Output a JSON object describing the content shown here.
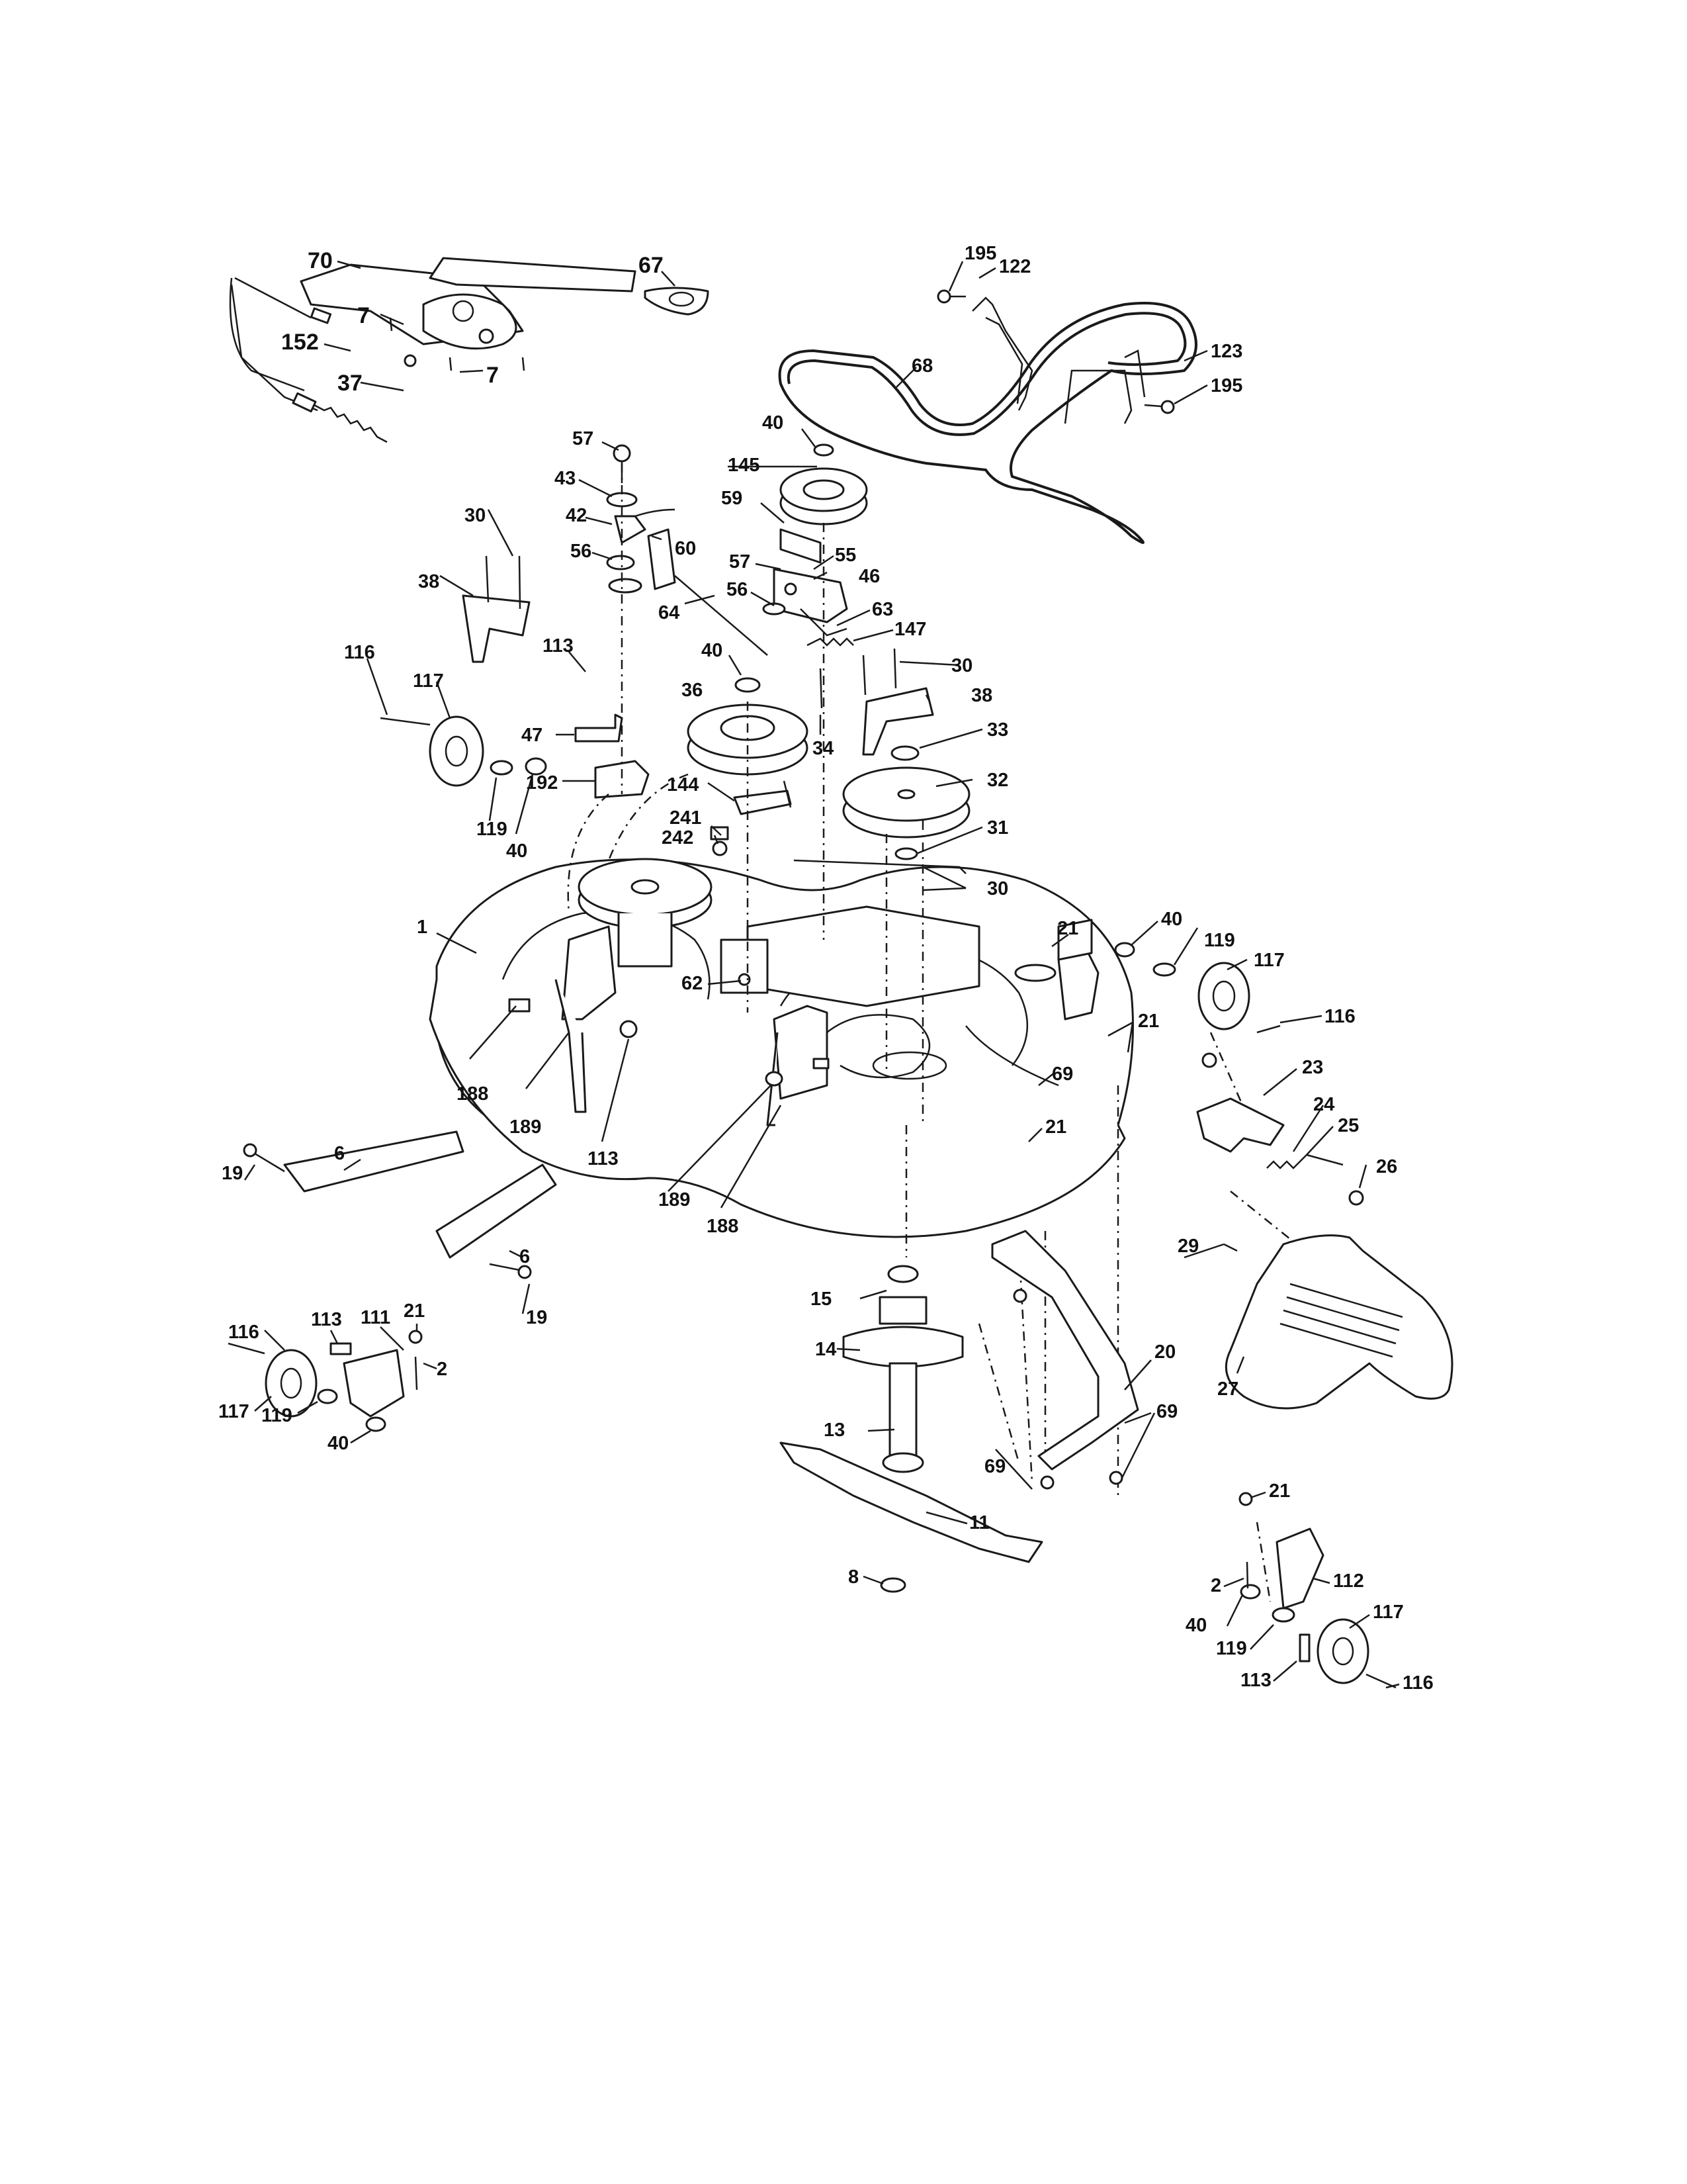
{
  "diagram": {
    "labels": {
      "p70": "70",
      "p67": "67",
      "p7a": "7",
      "p7b": "7",
      "p152": "152",
      "p37": "37",
      "p195a": "195",
      "p122": "122",
      "p123": "123",
      "p195b": "195",
      "p68": "68",
      "p57a": "57",
      "p43": "43",
      "p42": "42",
      "p56a": "56",
      "p60": "60",
      "p40a": "40",
      "p145": "145",
      "p59": "59",
      "p57b": "57",
      "p55": "55",
      "p56b": "56",
      "p46": "46",
      "p64": "64",
      "p63": "63",
      "p147": "147",
      "p30a": "30",
      "p38a": "38",
      "p116a": "116",
      "p117a": "117",
      "p113a": "113",
      "p40b": "40",
      "p36": "36",
      "p30b": "30",
      "p38b": "38",
      "p34": "34",
      "p33": "33",
      "p47": "47",
      "p192": "192",
      "p144": "144",
      "p32": "32",
      "p241": "241",
      "p242": "242",
      "p119a": "119",
      "p40c": "40",
      "p31": "31",
      "p30c": "30",
      "p1": "1",
      "p62": "62",
      "p21a": "21",
      "p40d": "40",
      "p119b": "119",
      "p117b": "117",
      "p116b": "116",
      "p21b": "21",
      "p69a": "69",
      "p23": "23",
      "p188a": "188",
      "p189a": "189",
      "p113b": "113",
      "p21c": "21",
      "p24": "24",
      "p25": "25",
      "p26": "26",
      "p189b": "189",
      "p188b": "188",
      "p6a": "6",
      "p19a": "19",
      "p6b": "6",
      "p19b": "19",
      "p29": "29",
      "p15": "15",
      "p21d": "21",
      "p116c": "116",
      "p113c": "113",
      "p111": "111",
      "p2a": "2",
      "p14": "14",
      "p20": "20",
      "p117c": "117",
      "p119c": "119",
      "p40e": "40",
      "p27": "27",
      "p13": "13",
      "p69b": "69",
      "p69c": "69",
      "p11": "11",
      "p8": "8",
      "p21e": "21",
      "p2b": "2",
      "p112": "112",
      "p40f": "40",
      "p119d": "119",
      "p117d": "117",
      "p113d": "113",
      "p116d": "116"
    }
  }
}
